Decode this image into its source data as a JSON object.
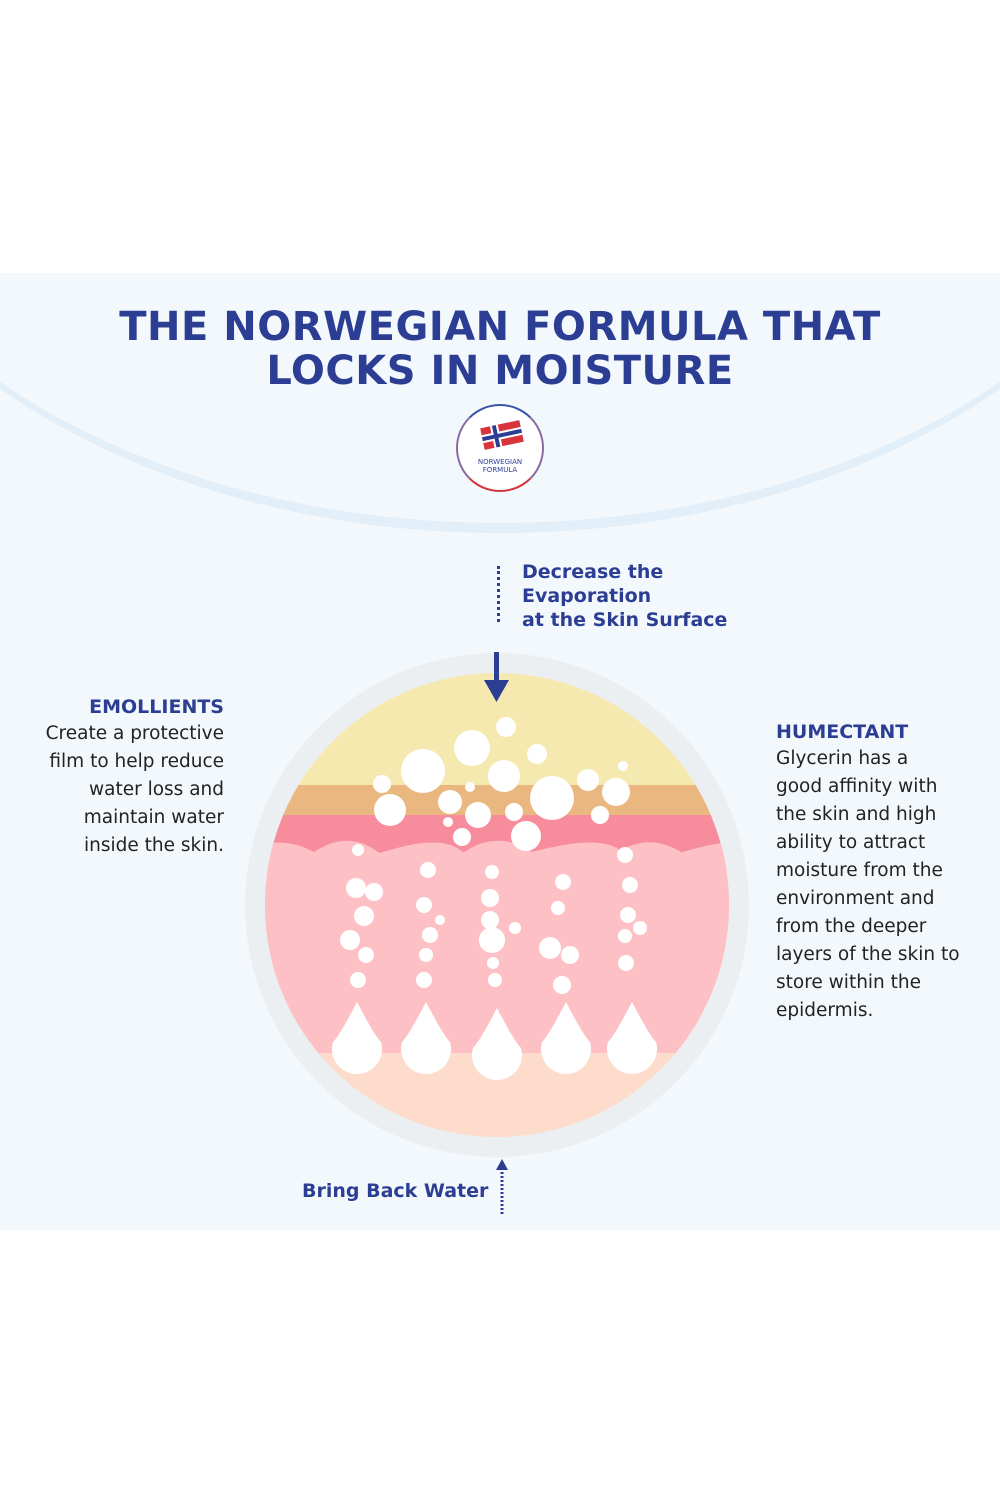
{
  "title": {
    "line1": "THE NORWEGIAN FORMULA THAT",
    "line2": "LOCKS IN MOISTURE"
  },
  "logo": {
    "line1": "NORWEGIAN",
    "line2": "FORMULA"
  },
  "top_callout": {
    "line1": "Decrease the",
    "line2": "Evaporation",
    "line3": "at the Skin Surface"
  },
  "bottom_callout": "Bring Back Water",
  "emollients": {
    "heading": "EMOLLIENTS",
    "lines": [
      "Create a protective",
      "film to help reduce",
      "water loss and",
      "maintain water",
      "inside the skin."
    ]
  },
  "humectant": {
    "heading": "HUMECTANT",
    "lines": [
      "Glycerin has a",
      "good affinity with",
      "the skin and high",
      "ability to attract",
      "moisture from the",
      "environment and",
      "from the deeper",
      "layers of the skin to",
      "store within the",
      "epidermis."
    ]
  },
  "colors": {
    "accent": "#2c3e94",
    "yellow": "#f5e9b0",
    "orange": "#ebb781",
    "pink_dark": "#f78c9c",
    "pink_light": "#fdc0c5",
    "peach": "#fddccb"
  }
}
